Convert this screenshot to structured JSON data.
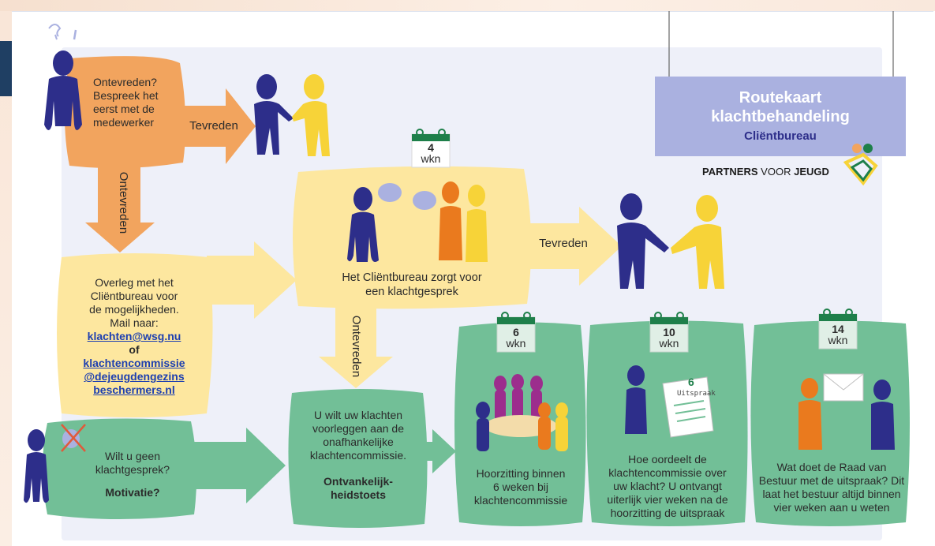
{
  "colors": {
    "orange": "#f2a45e",
    "yellow_light": "#fde79f",
    "green": "#72bf97",
    "lavender": "#aab1e0",
    "navy": "#2d2e8a",
    "figure_yellow": "#f7d338",
    "figure_orange": "#ea7a1e",
    "figure_purple": "#9c2d8d",
    "calendar": "#1e7f4a",
    "link_blue": "#1d3fb0"
  },
  "title": {
    "line1": "Routekaart",
    "line2": "klachtbehandeling",
    "subtitle": "Cliëntbureau"
  },
  "logo": {
    "brand_bold_1": "PARTNERS",
    "brand_regular": "VOOR",
    "brand_bold_2": "JEUGD"
  },
  "step1": {
    "lines": [
      "Ontevreden?",
      "Bespreek het",
      "eerst met de",
      "medewerker"
    ]
  },
  "arrows": {
    "tevreden_1": "Tevreden",
    "ontevreden_1": "Ontevreden",
    "tevreden_2": "Tevreden",
    "ontevreden_2": "Ontevreden"
  },
  "overleg": {
    "lines": [
      "Overleg met het",
      "Cliëntbureau voor",
      "de mogelijkheden.",
      "Mail naar:"
    ],
    "email1": "klachten@wsg.nu",
    "of": "of",
    "email2_lines": [
      "klachtencommissie",
      "@dejeugdengezins",
      "beschermers.nl"
    ]
  },
  "gesprek": {
    "weeks_num": "4",
    "weeks_unit": "wkn",
    "lines": [
      "Het Cliëntbureau zorgt voor",
      "een klachtgesprek"
    ]
  },
  "geen": {
    "lines": [
      "Wilt u geen",
      "klachtgesprek?"
    ],
    "motivatie": "Motivatie?"
  },
  "voorleggen": {
    "lines": [
      "U wilt uw klachten",
      "voorleggen aan de",
      "onafhankelijke",
      "klachtencommissie."
    ],
    "bold_lines": [
      "Ontvankelijk-",
      "heidstoets"
    ]
  },
  "horen": {
    "weeks_num": "6",
    "weeks_unit": "wkn",
    "lines": [
      "Hoorzitting binnen",
      "6 weken bij",
      "klachtencommissie"
    ]
  },
  "oordeel": {
    "weeks_num": "10",
    "weeks_unit": "wkn",
    "doc_number": "6",
    "doc_title": "Uitspraak",
    "lines": [
      "Hoe oordeelt de",
      "klachtencommissie over",
      "uw klacht? U ontvangt",
      "uiterlijk vier weken na de",
      "hoorzitting de uitspraak"
    ]
  },
  "raad": {
    "weeks_num": "14",
    "weeks_unit": "wkn",
    "lines": [
      "Wat doet de Raad van",
      "Bestuur met de uitspraak? Dit",
      "laat het bestuur altijd binnen",
      "vier weken aan u weten"
    ]
  }
}
